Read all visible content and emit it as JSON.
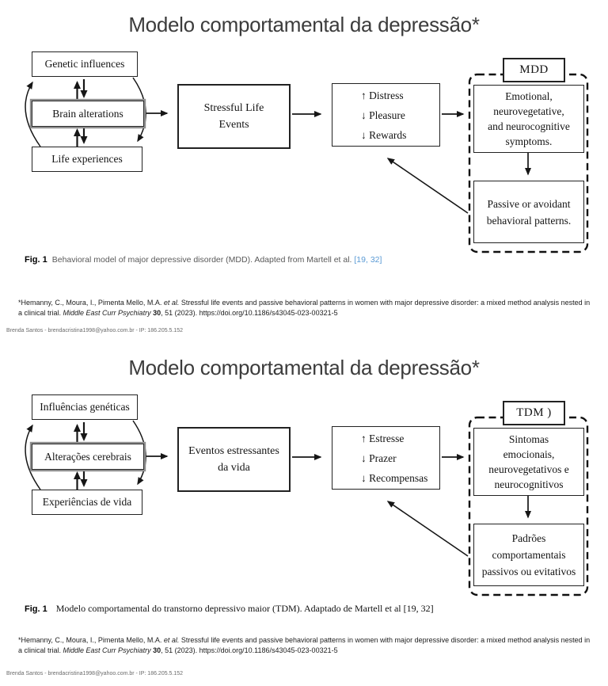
{
  "colors": {
    "link_blue": "#5b9bd5",
    "caption_gray": "#595959",
    "line_black": "#161616"
  },
  "page1": {
    "title": "Modelo comportamental da depressão*",
    "diagram": {
      "top_box": "Genetic influences",
      "mid_box": "Brain alterations",
      "bottom_box": "Life experiences",
      "events_box": "Stressful Life\nEvents",
      "state_box": "↑ Distress\n↓ Pleasure\n↓ Rewards",
      "disorder_label": "MDD",
      "symptoms_box": "Emotional,\nneurovegetative,\nand neurocognitive\nsymptoms.",
      "patterns_box": "Passive or avoidant\nbehavioral patterns."
    },
    "caption": {
      "fig": "Fig. 1",
      "text": "Behavioral model of major depressive disorder (MDD). Adapted from Martell et al. ",
      "refs": "[19, 32]"
    },
    "footnote": {
      "part1": "*Hemanny, C., Moura, I., Pimenta Mello, M.A. ",
      "etal": "et al.",
      "part2": " Stressful life events and passive behavioral patterns in women with major depressive disorder: a mixed method analysis nested in a clinical trial. ",
      "journal": "Middle East Curr Psychiatry",
      "volume": " 30",
      "part3": ", 51 (2023). https://doi.org/10.1186/s43045-023-00321-5"
    },
    "footer": "Brenda Santos - brendacristina1998@yahoo.com.br - IP: 186.205.5.152"
  },
  "page2": {
    "title": "Modelo comportamental da depressão*",
    "diagram": {
      "top_box": "Influências genéticas",
      "mid_box": "Alterações cerebrais",
      "bottom_box": "Experiências de vida",
      "events_box": "Eventos estressantes\nda vida",
      "state_box": "↑ Estresse\n↓ Prazer\n↓ Recompensas",
      "disorder_label": "TDM )",
      "symptoms_box": "Sintomas\nemocionais,\nneurovegetativos e\nneurocognitivos",
      "patterns_box": "Padrões\ncomportamentais\npassivos ou evitativos"
    },
    "caption": {
      "fig": "Fig. 1",
      "text": "Modelo comportamental do transtorno depressivo maior (TDM). Adaptado de Martell et al ",
      "refs": "[19, 32]"
    },
    "footnote": {
      "part1": "*Hemanny, C., Moura, I., Pimenta Mello, M.A. ",
      "etal": "et al.",
      "part2": " Stressful life events and passive behavioral patterns in women with major depressive disorder: a mixed method analysis nested in a clinical trial. ",
      "journal": "Middle East Curr Psychiatry",
      "volume": " 30",
      "part3": ", 51 (2023). https://doi.org/10.1186/s43045-023-00321-5"
    },
    "footer": "Brenda Santos - brendacristina1998@yahoo.com.br - IP: 186.205.5.152"
  }
}
